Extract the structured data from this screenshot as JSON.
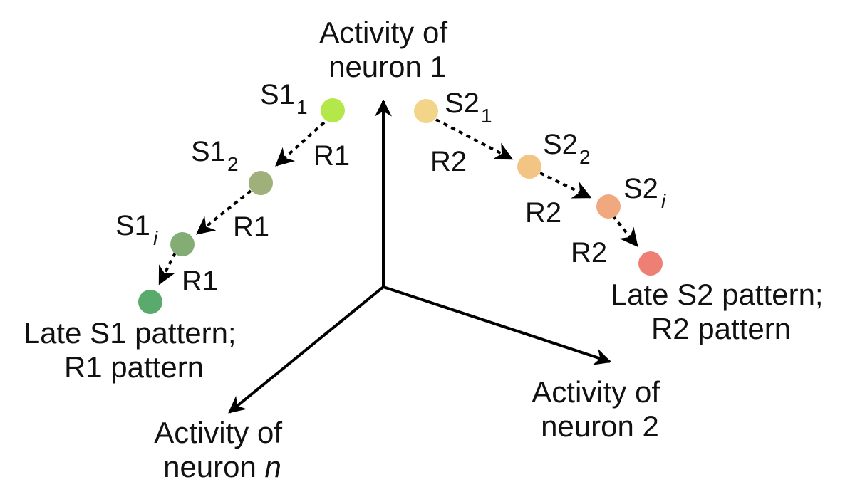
{
  "axes": {
    "neuron1": {
      "line1": "Activity of",
      "line2": "neuron 1"
    },
    "neuron2": {
      "line1": "Activity of",
      "line2": "neuron 2"
    },
    "neuronN": {
      "line1": "Activity of",
      "line2_prefix": "neuron ",
      "line2_var": "n"
    }
  },
  "s1": {
    "points": [
      {
        "base": "S1",
        "sub": "1",
        "color": "#b4e84a"
      },
      {
        "base": "S1",
        "sub": "2",
        "color": "#9fb07a"
      },
      {
        "base": "S1",
        "sub": "i",
        "color": "#84ad76"
      },
      {
        "color": "#5aaa6e"
      }
    ],
    "arrow_labels": [
      "R1",
      "R1",
      "R1"
    ],
    "late_label": {
      "line1": "Late S1 pattern;",
      "line2": "R1 pattern"
    }
  },
  "s2": {
    "points": [
      {
        "base": "S2",
        "sub": "1",
        "color": "#f3d58a"
      },
      {
        "base": "S2",
        "sub": "2",
        "color": "#f2c585"
      },
      {
        "base": "S2",
        "sub": "i",
        "color": "#f2a87e"
      },
      {
        "color": "#ee7f74"
      }
    ],
    "arrow_labels": [
      "R2",
      "R2",
      "R2"
    ],
    "late_label": {
      "line1": "Late S2 pattern;",
      "line2": "R2 pattern"
    }
  }
}
